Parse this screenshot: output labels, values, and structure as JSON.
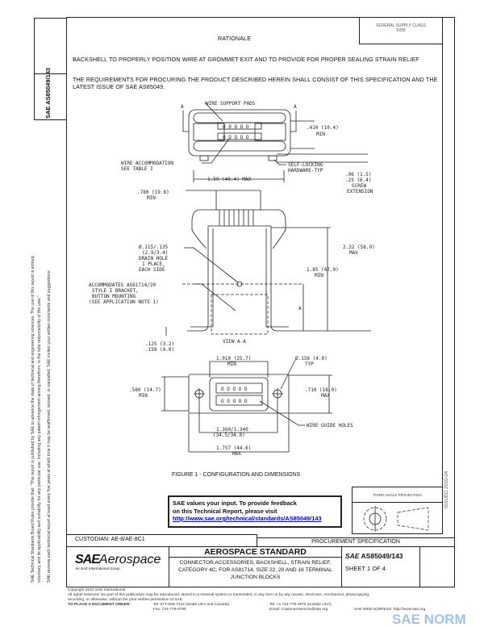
{
  "side_notice": {
    "line1": "SAE Technical Standards Board Rules provide that: \"This report is published by SAE to advance the state of technical and engineering sciences. The use of this report is entirely",
    "line2": "voluntary, and its applicability and suitability for any particular use, including any patent infringement arising therefrom, is the sole responsibility of the user.\"",
    "line3": "SAE reviews each technical report at least every five years at which time it may be reaffirmed, revised, or cancelled. SAE invites your written comments and suggestions."
  },
  "side_doc_id": "AS85049/143",
  "side_sae": "SAE",
  "issued": "ISSUED 2010-04",
  "fsc": {
    "label": "FEDERAL SUPPLY CLASS",
    "value": "5935"
  },
  "rationale": {
    "heading": "RATIONALE",
    "text": "BACKSHELL TO PROPERLY POSITION WIRE AT GROMMET EXIT AND TO PROVIDE FOR PROPER SEALING STRAIN RELIEF",
    "requirements": "THE REQUIREMENTS FOR PROCURING THE PRODUCT DESCRIBED HEREIN SHALL CONSIST OF THIS SPECIFICATION AND THE LATEST ISSUE OF SAE AS85049."
  },
  "drawing": {
    "section_mark": "A",
    "wire_support_pads": "WIRE SUPPORT PADS",
    "dim_410": ".410 (10.4)",
    "min": "MIN",
    "max": "MAX",
    "wire_accommodation": "WIRE ACCOMMODATION",
    "see_table": "SEE TABLE I",
    "self_locking": "SELF-LOCKING",
    "hardware_typ": "HARDWARE-TYP",
    "dim_06": ".06 (1.5)",
    "dim_25": ".25 (6.4)",
    "screw": "SCREW",
    "extension": "EXTENSION",
    "dim_159": "1.59 (40.4) MAX",
    "dim_780": ".780 (19.8)",
    "drain1": "Ø.115/.135",
    "drain2": "(2.9/3.4)",
    "drain3": "DRAIN HOLE",
    "drain4": "1 PLACE,",
    "drain5": "EACH SIDE",
    "accom1": "ACCOMMODATES AS81714/20",
    "accom2": "STYLE I BRACKET,",
    "accom3": "BUTTON MOUNTING",
    "accom4": "(SEE APPLICATION NOTE 1)",
    "dim_232": "2.32 (58.9)",
    "dim_185": "1.85 (47.0)",
    "dim_a": "A",
    "dim_125": ".125 (3.2)",
    "dim_158": ".158 (4.0)",
    "view_aa": "VIEW A-A",
    "dim_1010": "1.010 (25.7)",
    "dim_156": "Ø.156 (4.0)",
    "typ": "TYP",
    "dim_580": ".580 (14.7)",
    "dim_710": ".710 (18.0)",
    "pins": "O O O O O",
    "wire_guide": "WIRE GUIDE HOLES",
    "dim_1360a": "1.360/1.340",
    "dim_1360b": "(34.5/34.0)",
    "dim_1757": "1.757 (44.6)",
    "caption": "FIGURE 1 - CONFIGURATION AND DIMENSIONS"
  },
  "feedback": {
    "line1": "SAE values your input. To provide feedback",
    "line2": "on this Technical Report, please visit",
    "link": "http://www.sae.org/technical/standards/AS85049/143"
  },
  "projection": {
    "label": "THIRD ANGLE PROJECTION"
  },
  "title_block": {
    "custodian": "CUSTODIAN: AE-8/AE-8C1",
    "procurement": "PROCUREMENT SPECIFICATION",
    "logo_sae": "SAE",
    "logo_aerospace": "Aerospace",
    "logo_sub": "An SAE International Group",
    "standard": "AEROSPACE STANDARD",
    "title": "CONNECTOR ACCESSORIES, BACKSHELL, STRAIN RELIEF, CATEGORY 4C, FOR AS81714, SIZE 22, 20 AND 16 TERMINAL JUNCTION BLOCKS",
    "doc_sae": "SAE",
    "doc_id": "AS85049/143",
    "sheet": "SHEET 1 OF 4"
  },
  "footer": {
    "copyright": "Copyright 2010 SAE International",
    "rights": "All rights reserved. No part of this publication may be reproduced, stored in a retrieval system or transmitted, in any form or by any means, electronic, mechanical, photocopying,",
    "rights2": "recording, or otherwise, without the prior written permission of SAE.",
    "order": "TO PLACE A DOCUMENT ORDER:",
    "tel1": "Tel: 877-606-7323 (inside USA and Canada)",
    "fax": "Fax: 724-776-0790",
    "tel2": "Tel: +1 724-776-4970 (outside USA)",
    "email": "Email: CustomerService@sae.org",
    "web": "SAE WEB ADDRESS: http://www.sae.org"
  },
  "watermark": "SAE NORM"
}
